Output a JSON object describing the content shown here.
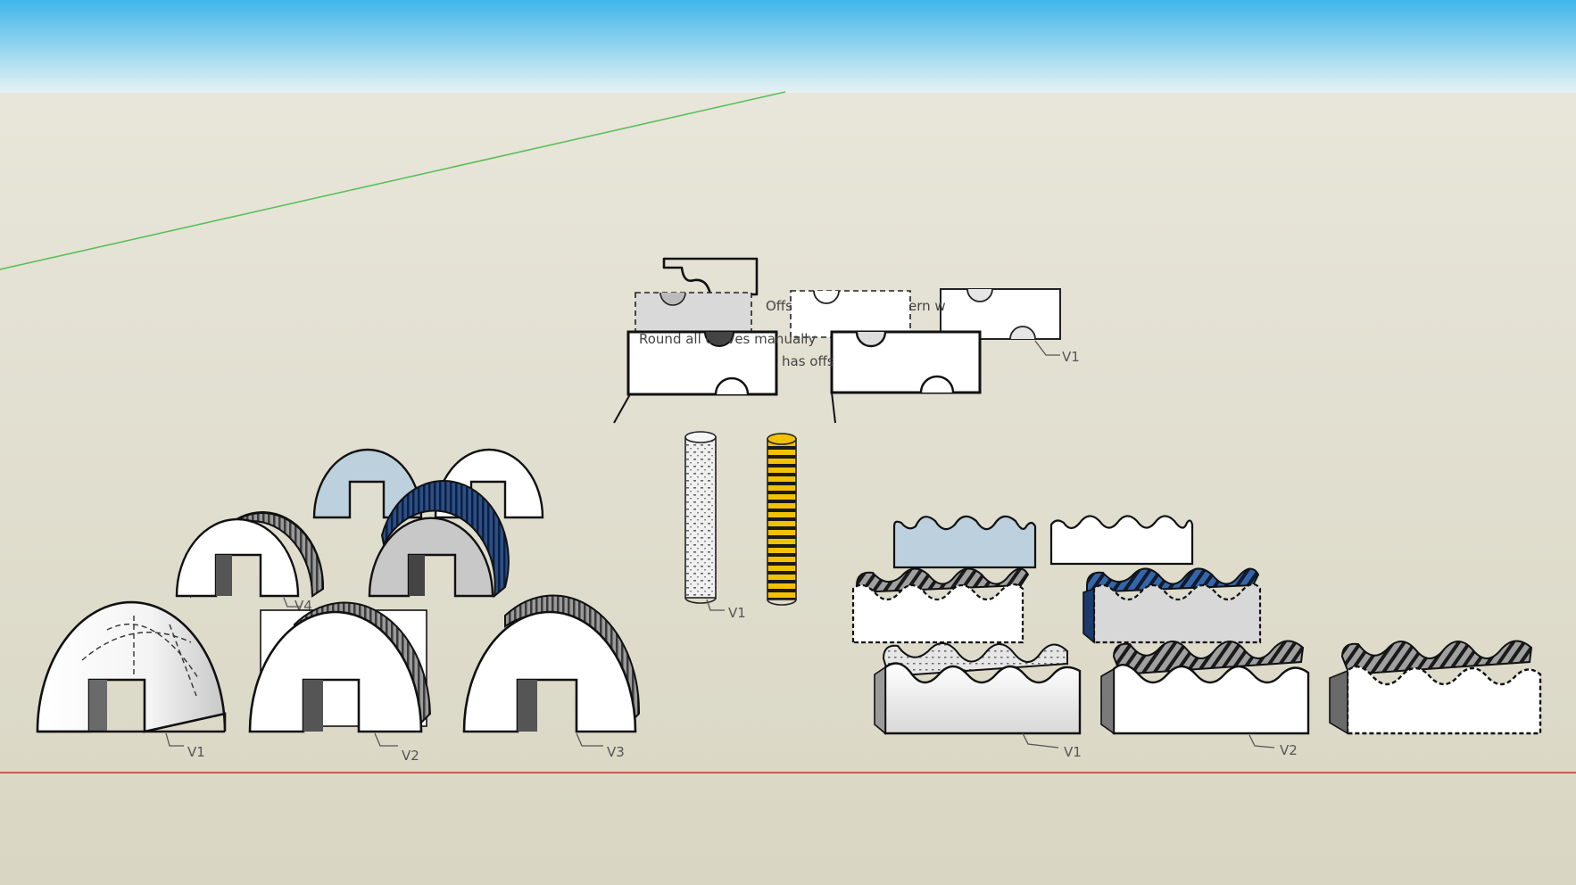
{
  "scene": {
    "colors": {
      "sky_top": "#3fb6ea",
      "sky_bottom": "#e9f3f3",
      "ground": "#dcdac8",
      "ground_far": "#e8e6da",
      "green_axis": "#5bbf5b",
      "red_axis": "#c0392b",
      "ice": "#bcd0dd",
      "dark_gray": "#555555",
      "navy": "#1c3a6b",
      "yellow": "#f2c100"
    },
    "notes": {
      "offset": "Offs",
      "pattern": "ern w",
      "round_curves": "Round all curves manually",
      "has_offset": "has offs"
    },
    "labels": {
      "top_v1": "V1",
      "rod_v1": "V1",
      "arch_v1": "V1",
      "arch_v2": "V2",
      "arch_v3": "V3",
      "arch_v4": "V4",
      "wave_v1": "V1",
      "wave_v2": "V2"
    }
  }
}
